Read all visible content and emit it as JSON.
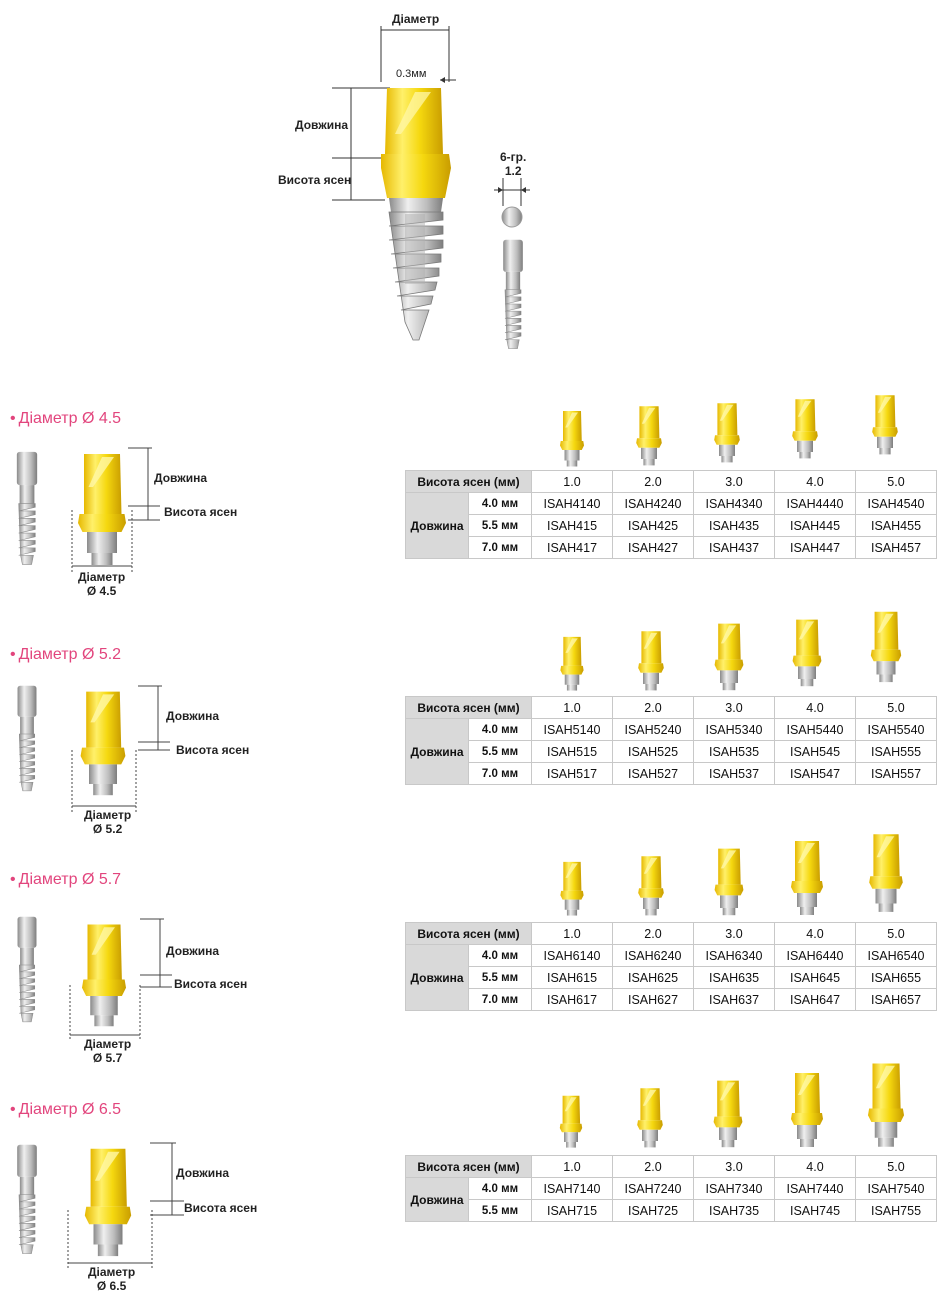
{
  "top_diagram": {
    "diameter_label": "Діаметр",
    "gap_label": "0.3мм",
    "length_label": "Довжина",
    "gingiva_label": "Висота ясен",
    "hex_label_1": "6-гр.",
    "hex_label_2": "1.2"
  },
  "sections": [
    {
      "title": "Діаметр Ø 4.5",
      "dim_length": "Довжина",
      "dim_gingiva": "Висота ясен",
      "dim_diameter": "Діаметр",
      "dim_diameter_value": "Ø 4.5",
      "table": {
        "gingiva_header": "Висота ясен (мм)",
        "gingiva_values": [
          "1.0",
          "2.0",
          "3.0",
          "4.0",
          "5.0"
        ],
        "length_header": "Довжина",
        "rows": [
          {
            "length": "4.0 мм",
            "codes": [
              "ISAH4140",
              "ISAH4240",
              "ISAH4340",
              "ISAH4440",
              "ISAH4540"
            ]
          },
          {
            "length": "5.5 мм",
            "codes": [
              "ISAH415",
              "ISAH425",
              "ISAH435",
              "ISAH445",
              "ISAH455"
            ]
          },
          {
            "length": "7.0 мм",
            "codes": [
              "ISAH417",
              "ISAH427",
              "ISAH437",
              "ISAH447",
              "ISAH457"
            ]
          }
        ]
      }
    },
    {
      "title": "Діаметр Ø 5.2",
      "dim_length": "Довжина",
      "dim_gingiva": "Висота ясен",
      "dim_diameter": "Діаметр",
      "dim_diameter_value": "Ø 5.2",
      "table": {
        "gingiva_header": "Висота ясен (мм)",
        "gingiva_values": [
          "1.0",
          "2.0",
          "3.0",
          "4.0",
          "5.0"
        ],
        "length_header": "Довжина",
        "rows": [
          {
            "length": "4.0 мм",
            "codes": [
              "ISAH5140",
              "ISAH5240",
              "ISAH5340",
              "ISAH5440",
              "ISAH5540"
            ]
          },
          {
            "length": "5.5 мм",
            "codes": [
              "ISAH515",
              "ISAH525",
              "ISAH535",
              "ISAH545",
              "ISAH555"
            ]
          },
          {
            "length": "7.0 мм",
            "codes": [
              "ISAH517",
              "ISAH527",
              "ISAH537",
              "ISAH547",
              "ISAH557"
            ]
          }
        ]
      }
    },
    {
      "title": "Діаметр Ø 5.7",
      "dim_length": "Довжина",
      "dim_gingiva": "Висота ясен",
      "dim_diameter": "Діаметр",
      "dim_diameter_value": "Ø 5.7",
      "table": {
        "gingiva_header": "Висота ясен (мм)",
        "gingiva_values": [
          "1.0",
          "2.0",
          "3.0",
          "4.0",
          "5.0"
        ],
        "length_header": "Довжина",
        "rows": [
          {
            "length": "4.0 мм",
            "codes": [
              "ISAH6140",
              "ISAH6240",
              "ISAH6340",
              "ISAH6440",
              "ISAH6540"
            ]
          },
          {
            "length": "5.5 мм",
            "codes": [
              "ISAH615",
              "ISAH625",
              "ISAH635",
              "ISAH645",
              "ISAH655"
            ]
          },
          {
            "length": "7.0 мм",
            "codes": [
              "ISAH617",
              "ISAH627",
              "ISAH637",
              "ISAH647",
              "ISAH657"
            ]
          }
        ]
      }
    },
    {
      "title": "Діаметр Ø 6.5",
      "dim_length": "Довжина",
      "dim_gingiva": "Висота ясен",
      "dim_diameter": "Діаметр",
      "dim_diameter_value": "Ø 6.5",
      "table": {
        "gingiva_header": "Висота ясен (мм)",
        "gingiva_values": [
          "1.0",
          "2.0",
          "3.0",
          "4.0",
          "5.0"
        ],
        "length_header": "Довжина",
        "rows": [
          {
            "length": "4.0 мм",
            "codes": [
              "ISAH7140",
              "ISAH7240",
              "ISAH7340",
              "ISAH7440",
              "ISAH7540"
            ]
          },
          {
            "length": "5.5 мм",
            "codes": [
              "ISAH715",
              "ISAH725",
              "ISAH735",
              "ISAH745",
              "ISAH755"
            ]
          }
        ]
      }
    }
  ],
  "colors": {
    "title_pink": "#e2457d",
    "abutment_yellow": "#f4d716",
    "table_header_gray": "#d9d9d9",
    "metal_gray": "#b9b9b9"
  }
}
